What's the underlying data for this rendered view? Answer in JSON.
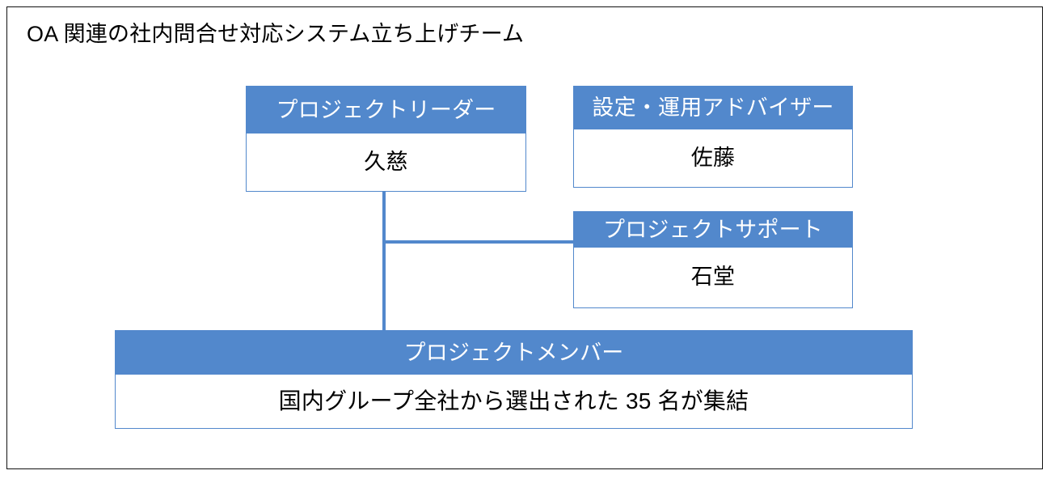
{
  "diagram": {
    "title": "OA 関連の社内問合せ対応システム立ち上げチーム",
    "type": "org-chart",
    "colors": {
      "accent": "#5288CC",
      "header_text": "#ffffff",
      "body_text": "#000000",
      "frame": "#111111",
      "background": "#ffffff"
    },
    "nodes": [
      {
        "id": "leader",
        "header": "プロジェクトリーダー",
        "body": "久慈"
      },
      {
        "id": "advisor",
        "header": "設定・運用アドバイザー",
        "body": "佐藤"
      },
      {
        "id": "support",
        "header": "プロジェクトサポート",
        "body": "石堂"
      },
      {
        "id": "members",
        "header": "プロジェクトメンバー",
        "body": "国内グループ全社から選出された 35 名が集結"
      }
    ],
    "connectors": [
      {
        "id": "leader-to-members",
        "from": "leader",
        "to": "members",
        "orientation": "vertical"
      },
      {
        "id": "leader-to-support",
        "from": "leader",
        "to": "support",
        "orientation": "horizontal"
      }
    ]
  }
}
